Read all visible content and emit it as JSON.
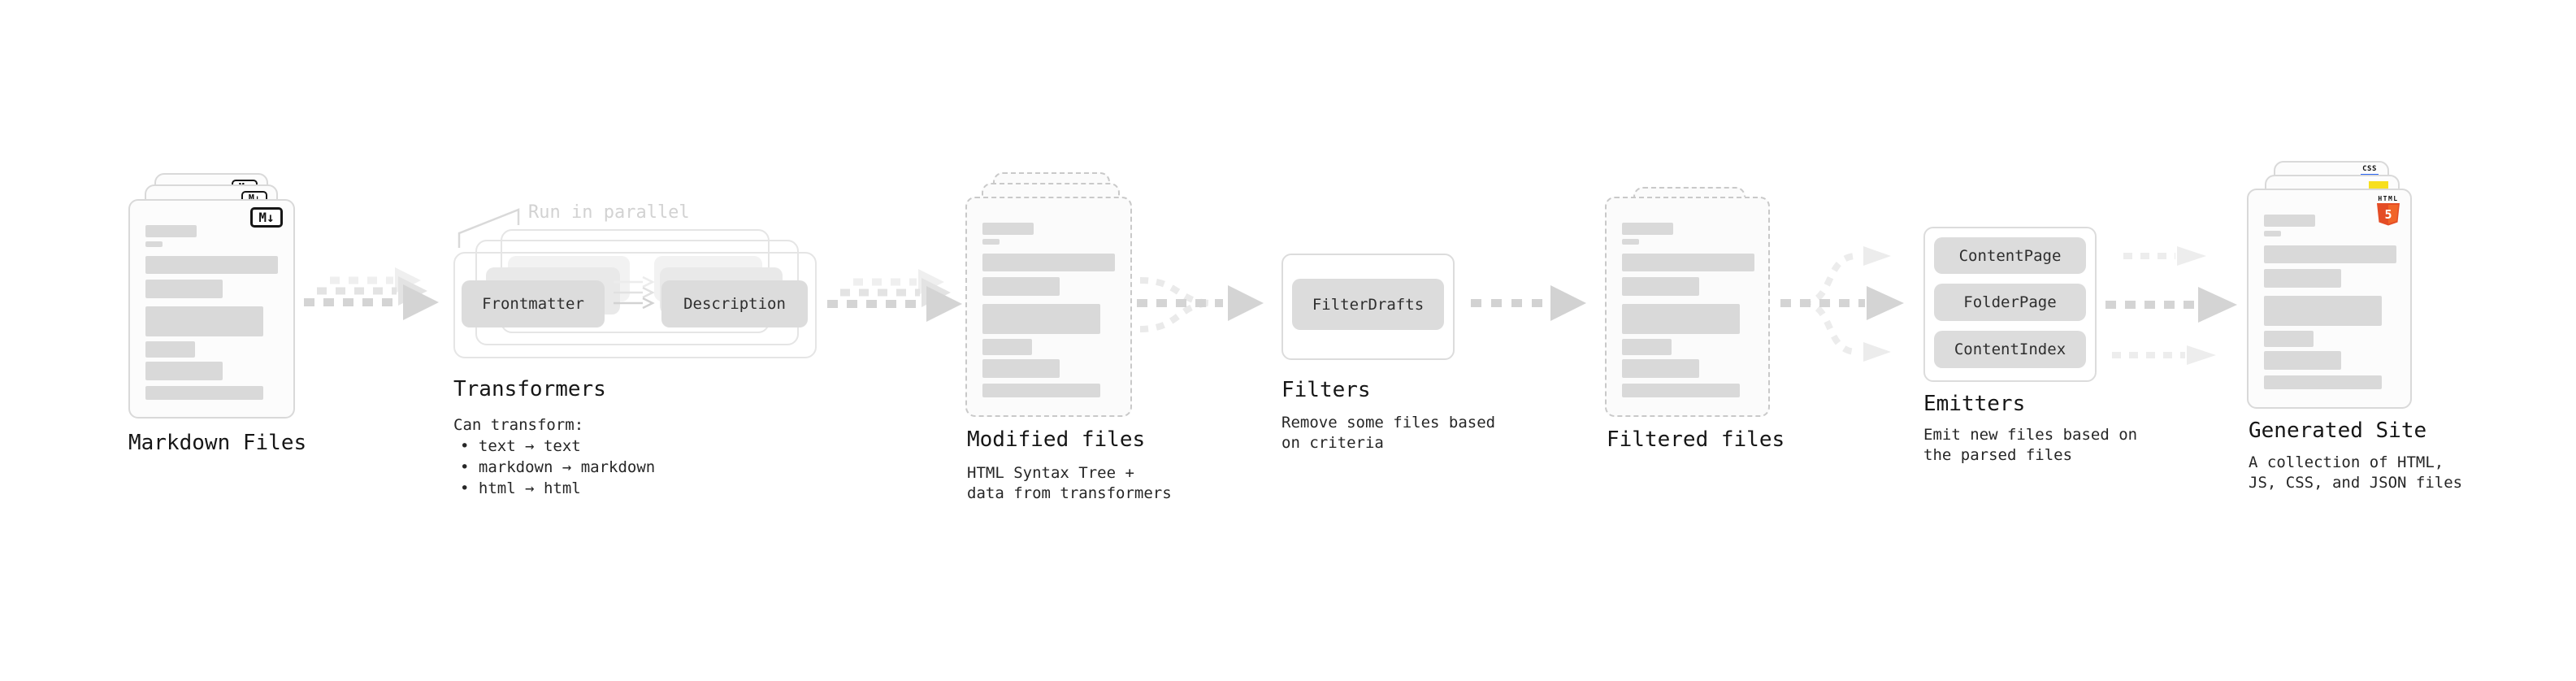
{
  "stages": {
    "markdown_files": {
      "label": "Markdown Files",
      "badge": "M↓"
    },
    "transformers": {
      "annotation": "Run in parallel",
      "pill_frontmatter": "Frontmatter",
      "pill_description": "Description",
      "heading": "Transformers",
      "intro": "Can transform:",
      "bullets": [
        "text → text",
        "markdown → markdown",
        "html → html"
      ]
    },
    "modified_files": {
      "heading": "Modified files",
      "desc_line1": "HTML Syntax Tree +",
      "desc_line2": "data from transformers"
    },
    "filters": {
      "pill": "FilterDrafts",
      "heading": "Filters",
      "desc_line1": "Remove some files based",
      "desc_line2": "on criteria"
    },
    "filtered_files": {
      "label": "Filtered files"
    },
    "emitters": {
      "pills": [
        "ContentPage",
        "FolderPage",
        "ContentIndex"
      ],
      "heading": "Emitters",
      "desc_line1": "Emit new files based on",
      "desc_line2": "the parsed files"
    },
    "generated_site": {
      "heading": "Generated Site",
      "desc_line1": "A collection of HTML,",
      "desc_line2": "JS, CSS, and JSON files",
      "badge_css": "CSS",
      "badge_html": "HTML",
      "badge_html_number": "5"
    }
  },
  "colors": {
    "css_blue": "#2965f1",
    "js_yellow": "#f7df1e",
    "html_orange": "#e44d26",
    "arrow_gray": "#d4d4d4"
  }
}
